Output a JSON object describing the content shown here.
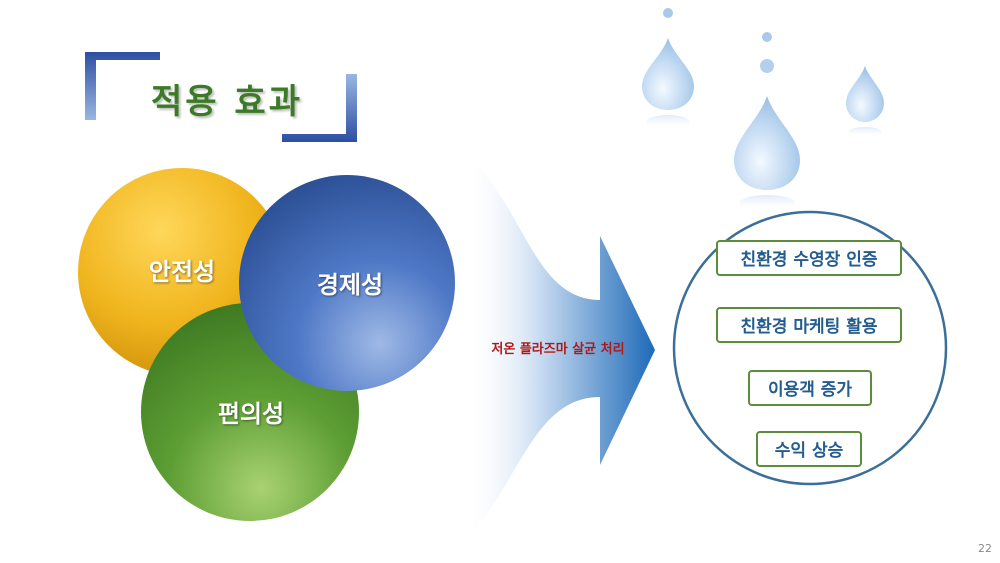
{
  "title": "적용 효과",
  "circles": {
    "safety": "안전성",
    "economy": "경제성",
    "convenience": "편의성"
  },
  "process": "저온 플라즈마 살균 처리",
  "effects": [
    "친환경 수영장 인증",
    "친환경 마케팅 활용",
    "이용객 증가",
    "수익 상승"
  ],
  "page_number": "22",
  "colors": {
    "title_green": "#3d7a27",
    "bracket_blue": "#2d4fa3",
    "safety_gold": "#e3a818",
    "economy_blue": "#3a64b4",
    "convenience_green": "#5a9a33",
    "arrow_blue": "#2e74bd",
    "process_red": "#b01818",
    "effect_text_blue": "#245c8f",
    "effect_border_green": "#5b8c3a",
    "drop_blue": "#a9c9ea"
  },
  "icons": [
    "water-drop-icon",
    "corner-bracket-icon",
    "arrow-icon"
  ]
}
